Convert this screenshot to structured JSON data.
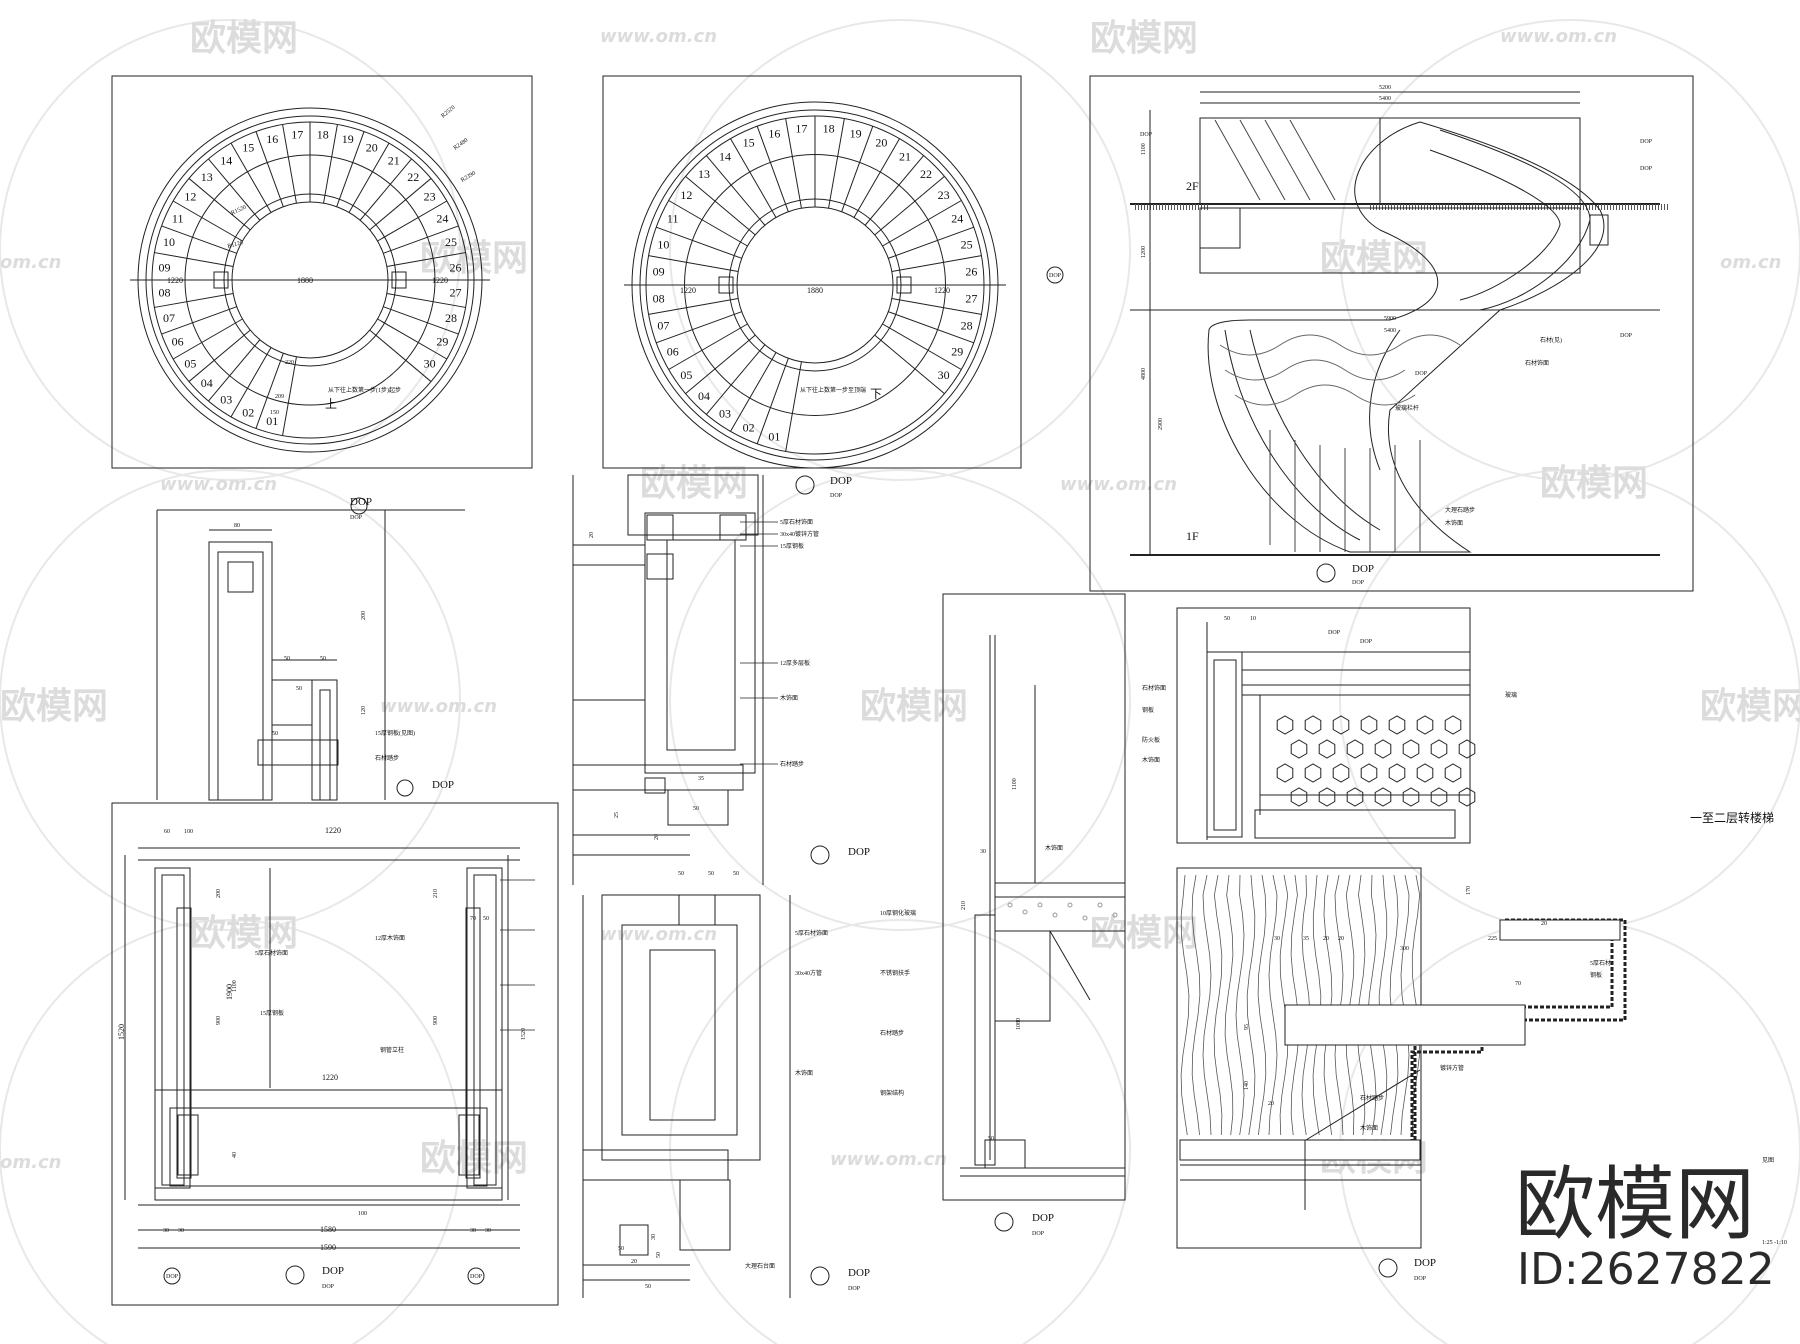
{
  "watermark": {
    "brand": "欧模网",
    "url": "www.om.cn",
    "url_short": "om.cn",
    "mirror": "欧模网"
  },
  "brand_mark": {
    "name": "欧模网",
    "id": "ID:2627822"
  },
  "plan_left": {
    "steps": [
      "01",
      "02",
      "03",
      "04",
      "05",
      "06",
      "07",
      "08",
      "09",
      "10",
      "11",
      "12",
      "13",
      "14",
      "15",
      "16",
      "17",
      "18",
      "19",
      "20",
      "21",
      "22",
      "23",
      "24",
      "25",
      "26",
      "27",
      "28",
      "29",
      "30"
    ],
    "dim_center": "1880",
    "dim_left": "1220",
    "dim_right": "1220",
    "direction": "上",
    "note": "从下往上数第一步(1步)起步",
    "radii": [
      "R2520",
      "R2480",
      "R2390",
      "R1520",
      "R1120"
    ],
    "small_dims": [
      "220",
      "209",
      "150"
    ]
  },
  "plan_right": {
    "steps": [
      "01",
      "02",
      "03",
      "04",
      "05",
      "06",
      "07",
      "08",
      "09",
      "10",
      "11",
      "12",
      "13",
      "14",
      "15",
      "16",
      "17",
      "18",
      "19",
      "20",
      "21",
      "22",
      "23",
      "24",
      "25",
      "26",
      "27",
      "28",
      "29",
      "30"
    ],
    "dim_center": "1880",
    "dim_left": "1220",
    "dim_right": "1220",
    "direction": "下",
    "note": "从下往上数第一步至顶端",
    "tag": "DOP"
  },
  "elevation": {
    "dim_top1": "5200",
    "dim_top2": "5400",
    "dim_mid1": "5900",
    "dim_mid2": "5400",
    "floor_upper": "2F",
    "floor_lower": "1F",
    "heights": [
      "1100",
      "1200",
      "4800",
      "2900"
    ],
    "tags": [
      "DOP",
      "DOP",
      "DOP",
      "DOP",
      "DOP"
    ],
    "notes": [
      "石材(见)",
      "石材饰面",
      "玻璃栏杆",
      "大理石踏步",
      "木饰面"
    ],
    "title": "DOP",
    "sub": "DOP"
  },
  "detail_a": {
    "dims": [
      "80",
      "200",
      "50",
      "50",
      "50",
      "120",
      "50"
    ],
    "notes": [
      "15厚钢板(见图)",
      "石材踏步"
    ],
    "title": "DOP",
    "sub": "DOP"
  },
  "detail_b": {
    "dims": [
      "20",
      "25",
      "50",
      "50",
      "20",
      "35",
      "50",
      "50"
    ],
    "notes": [
      "5厚石材饰面",
      "30x40镀锌方管",
      "15厚钢板",
      "12厚多层板",
      "木饰面",
      "石材踏步"
    ],
    "title": "DOP",
    "sub": "DOP"
  },
  "detail_c": {
    "dims": [
      "20",
      "30",
      "50",
      "50",
      "50"
    ],
    "notes": [
      "5厚石材饰面",
      "30x40方管",
      "木饰面",
      "大理石台面"
    ],
    "title": "DOP",
    "sub": "DOP"
  },
  "section_bottom": {
    "dims_top": [
      "60",
      "100",
      "1220",
      "70",
      "50"
    ],
    "dims_mid": [
      "1220",
      "1900",
      "1520"
    ],
    "dims_bottom": [
      "1580",
      "1590"
    ],
    "dims_small": [
      "30",
      "30",
      "30",
      "30",
      "200",
      "210",
      "900",
      "900",
      "1100",
      "1520",
      "100",
      "40"
    ],
    "notes": [
      "15厚钢板",
      "5厚石材饰面",
      "12厚木饰面",
      "钢管立柱"
    ],
    "title": "DOP",
    "sub": "DOP",
    "left_tag": "DOP",
    "right_tag": "DOP"
  },
  "detail_d": {
    "dims": [
      "1100",
      "30",
      "210",
      "1080",
      "50"
    ],
    "notes": [
      "10厚钢化玻璃",
      "不锈钢扶手",
      "石材踏步",
      "钢架结构",
      "木饰面"
    ],
    "title": "DOP",
    "sub": "DOP"
  },
  "detail_e": {
    "dims": [
      "50",
      "10"
    ],
    "notes": [
      "石材饰面",
      "钢板",
      "防火板",
      "木饰面",
      "玻璃"
    ],
    "title": "DOP",
    "sub": "DOP",
    "caption": "一至二层转楼梯"
  },
  "detail_f": {
    "dims": [
      "300",
      "30",
      "35",
      "20",
      "20",
      "70",
      "95",
      "140",
      "225",
      "20",
      "170",
      "20"
    ],
    "notes": [
      "5厚石材",
      "钢板",
      "镀锌方管",
      "石材踏步",
      "木饰面"
    ],
    "title": "DOP",
    "sub": "DOP",
    "side_note": "见图",
    "scale": "1:25 -1:10"
  }
}
